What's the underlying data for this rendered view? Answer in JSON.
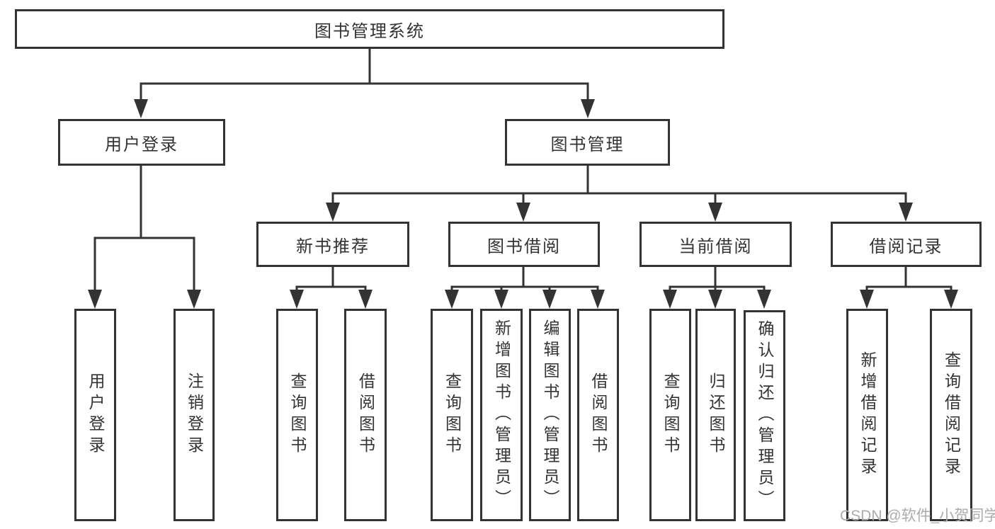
{
  "diagram_title": "图书管理系统",
  "watermark": "CSDN @软件_小贺同学",
  "colors": {
    "line": "#333333",
    "box_border": "#333333",
    "text": "#333333",
    "watermark": "#ababab",
    "background": "#ffffff"
  },
  "tree": {
    "root": {
      "label": "图书管理系统",
      "children": [
        {
          "label": "用户登录",
          "children": [
            {
              "label": "用户登录"
            },
            {
              "label": "注销登录"
            }
          ]
        },
        {
          "label": "图书管理",
          "children": [
            {
              "label": "新书推荐",
              "children": [
                {
                  "label": "查询图书"
                },
                {
                  "label": "借阅图书"
                }
              ]
            },
            {
              "label": "图书借阅",
              "children": [
                {
                  "label": "查询图书"
                },
                {
                  "label": "新增图书（管理员）"
                },
                {
                  "label": "编辑图书（管理员）"
                },
                {
                  "label": "借阅图书"
                }
              ]
            },
            {
              "label": "当前借阅",
              "children": [
                {
                  "label": "查询图书"
                },
                {
                  "label": "归还图书"
                },
                {
                  "label": "确认归还（管理员）"
                }
              ]
            },
            {
              "label": "借阅记录",
              "children": [
                {
                  "label": "新增借阅记录"
                },
                {
                  "label": "查询借阅记录"
                }
              ]
            }
          ]
        }
      ]
    }
  }
}
